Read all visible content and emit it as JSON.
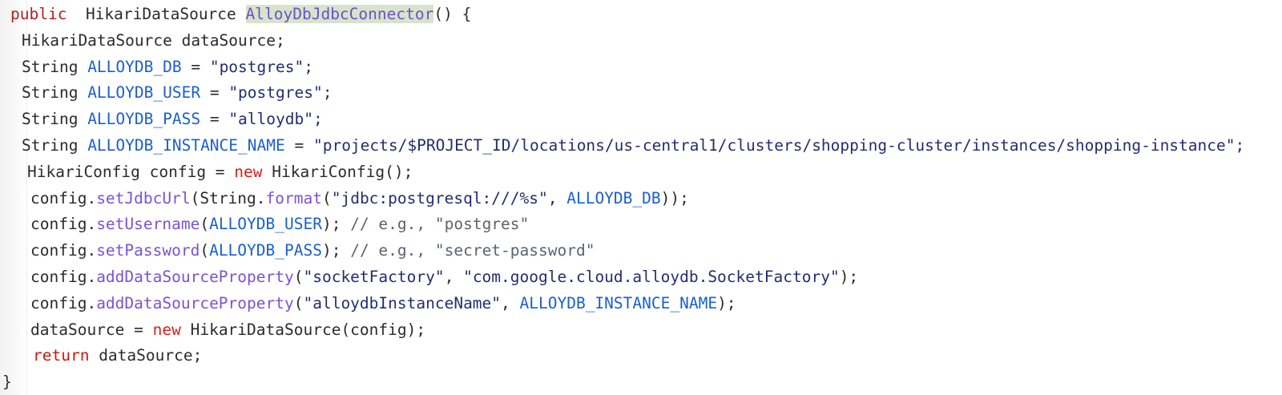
{
  "view": {
    "kind": "code-snippet",
    "language": "java",
    "background_color": "#ffffff",
    "total_lines": 14
  },
  "theme": {
    "keyword_public": "#b3211f",
    "keyword_new": "#e11b13",
    "keyword_return": "#d01510",
    "plain_text": "#2b2b2b",
    "variable": "#1a5fd0",
    "string_literal": "#242d70",
    "method_call": "#7a52d6",
    "comment": "#5a6470",
    "declaration_name": "#6b4fcf",
    "declaration_highlight_background": "#d8e3cb",
    "gutter_shade": "#f2f2f2"
  },
  "code": {
    "lines": [
      {
        "indent": 13,
        "tokens": [
          {
            "t": "public",
            "c": "kw-public"
          },
          {
            "t": "  ",
            "c": "plain"
          },
          {
            "t": "HikariDataSource ",
            "c": "type"
          },
          {
            "t": "AlloyDbJdbcConnector",
            "c": "fn-decl"
          },
          {
            "t": "() {",
            "c": "plain"
          }
        ]
      },
      {
        "indent": 27,
        "tokens": [
          {
            "t": "HikariDataSource dataSource;",
            "c": "plain"
          }
        ]
      },
      {
        "indent": 27,
        "tokens": [
          {
            "t": "String ",
            "c": "plain"
          },
          {
            "t": "ALLOYDB_DB",
            "c": "var"
          },
          {
            "t": " = ",
            "c": "plain"
          },
          {
            "t": "\"postgres\"",
            "c": "string"
          },
          {
            "t": ";",
            "c": "string"
          }
        ]
      },
      {
        "indent": 27,
        "tokens": [
          {
            "t": "String ",
            "c": "plain"
          },
          {
            "t": "ALLOYDB_USER",
            "c": "var"
          },
          {
            "t": " = ",
            "c": "plain"
          },
          {
            "t": "\"postgres\"",
            "c": "string"
          },
          {
            "t": ";",
            "c": "string"
          }
        ]
      },
      {
        "indent": 27,
        "tokens": [
          {
            "t": "String ",
            "c": "plain"
          },
          {
            "t": "ALLOYDB_PASS",
            "c": "var"
          },
          {
            "t": " = ",
            "c": "plain"
          },
          {
            "t": "\"alloydb\"",
            "c": "string"
          },
          {
            "t": ";",
            "c": "string"
          }
        ]
      },
      {
        "indent": 27,
        "tokens": [
          {
            "t": "String ",
            "c": "plain"
          },
          {
            "t": "ALLOYDB_INSTANCE_NAME",
            "c": "var"
          },
          {
            "t": " = ",
            "c": "plain"
          },
          {
            "t": "\"projects/$PROJECT_ID/locations/us-central1/clusters/shopping-cluster/instances/shopping-instance\"",
            "c": "string"
          },
          {
            "t": ";",
            "c": "string"
          }
        ]
      },
      {
        "indent": 34,
        "tokens": [
          {
            "t": "HikariConfig config = ",
            "c": "plain"
          },
          {
            "t": "new",
            "c": "kw-new"
          },
          {
            "t": " HikariConfig();",
            "c": "plain"
          }
        ]
      },
      {
        "indent": 38,
        "tokens": [
          {
            "t": "config.",
            "c": "plain"
          },
          {
            "t": "setJdbcUrl",
            "c": "method"
          },
          {
            "t": "(String.",
            "c": "plain"
          },
          {
            "t": "format",
            "c": "method"
          },
          {
            "t": "(",
            "c": "plain"
          },
          {
            "t": "\"jdbc:postgresql:///%s\"",
            "c": "string"
          },
          {
            "t": ", ",
            "c": "plain"
          },
          {
            "t": "ALLOYDB_DB",
            "c": "var"
          },
          {
            "t": "));",
            "c": "plain"
          }
        ]
      },
      {
        "indent": 38,
        "tokens": [
          {
            "t": "config.",
            "c": "plain"
          },
          {
            "t": "setUsername",
            "c": "method"
          },
          {
            "t": "(",
            "c": "plain"
          },
          {
            "t": "ALLOYDB_USER",
            "c": "var"
          },
          {
            "t": "); ",
            "c": "plain"
          },
          {
            "t": "// e.g., \"postgres\"",
            "c": "comment"
          }
        ]
      },
      {
        "indent": 38,
        "tokens": [
          {
            "t": "config.",
            "c": "plain"
          },
          {
            "t": "setPassword",
            "c": "method"
          },
          {
            "t": "(",
            "c": "plain"
          },
          {
            "t": "ALLOYDB_PASS",
            "c": "var"
          },
          {
            "t": "); ",
            "c": "plain"
          },
          {
            "t": "// e.g., \"secret-password\"",
            "c": "comment"
          }
        ]
      },
      {
        "indent": 38,
        "tokens": [
          {
            "t": "config.",
            "c": "plain"
          },
          {
            "t": "addDataSourceProperty",
            "c": "method"
          },
          {
            "t": "(",
            "c": "plain"
          },
          {
            "t": "\"socketFactory\"",
            "c": "string"
          },
          {
            "t": ", ",
            "c": "plain"
          },
          {
            "t": "\"com.google.cloud.alloydb.SocketFactory\"",
            "c": "string"
          },
          {
            "t": ");",
            "c": "plain"
          }
        ]
      },
      {
        "indent": 38,
        "tokens": [
          {
            "t": "config.",
            "c": "plain"
          },
          {
            "t": "addDataSourceProperty",
            "c": "method"
          },
          {
            "t": "(",
            "c": "plain"
          },
          {
            "t": "\"alloydbInstanceName\"",
            "c": "string"
          },
          {
            "t": ", ",
            "c": "plain"
          },
          {
            "t": "ALLOYDB_INSTANCE_NAME",
            "c": "var"
          },
          {
            "t": ");",
            "c": "plain"
          }
        ]
      },
      {
        "indent": 38,
        "tokens": [
          {
            "t": "dataSource = ",
            "c": "plain"
          },
          {
            "t": "new",
            "c": "kw-new"
          },
          {
            "t": " HikariDataSource(config);",
            "c": "plain"
          }
        ]
      },
      {
        "indent": 41,
        "tokens": [
          {
            "t": "return",
            "c": "kw-return"
          },
          {
            "t": " dataSource;",
            "c": "plain"
          }
        ]
      },
      {
        "indent": 3,
        "tokens": [
          {
            "t": "}",
            "c": "plain"
          }
        ]
      }
    ]
  }
}
